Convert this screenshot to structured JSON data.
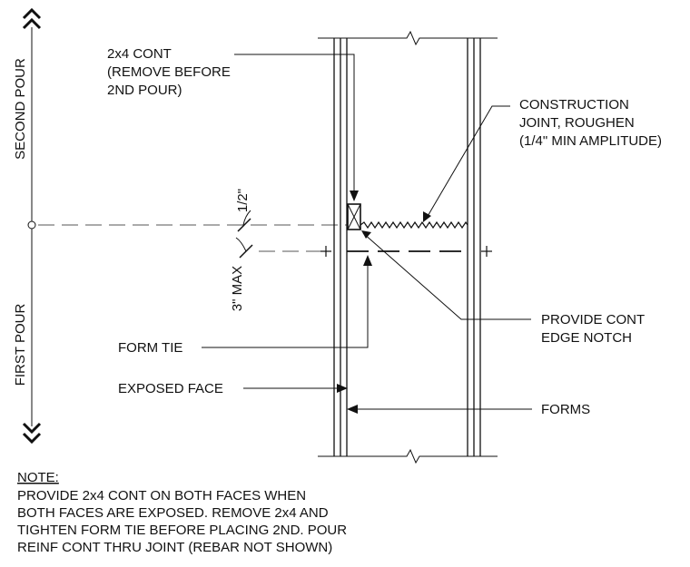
{
  "pour_labels": {
    "second": "SECOND POUR",
    "first": "FIRST POUR"
  },
  "dimensions": {
    "half_inch": "1/2\"",
    "three_max": "3\" MAX"
  },
  "callouts": {
    "board": [
      "2x4 CONT",
      "(REMOVE BEFORE",
      "2ND POUR)"
    ],
    "joint": [
      "CONSTRUCTION",
      "JOINT, ROUGHEN",
      "(1/4\" MIN AMPLITUDE)"
    ],
    "notch": [
      "PROVIDE CONT",
      "EDGE NOTCH"
    ],
    "form_tie": "FORM TIE",
    "exposed_face": "EXPOSED FACE",
    "forms": "FORMS"
  },
  "note": {
    "heading": "NOTE:",
    "lines": [
      "PROVIDE 2x4 CONT ON BOTH FACES WHEN",
      "BOTH FACES ARE EXPOSED. REMOVE 2x4 AND",
      "TIGHTEN FORM TIE BEFORE PLACING 2ND. POUR",
      "REINF CONT THRU JOINT (REBAR NOT SHOWN)"
    ]
  }
}
